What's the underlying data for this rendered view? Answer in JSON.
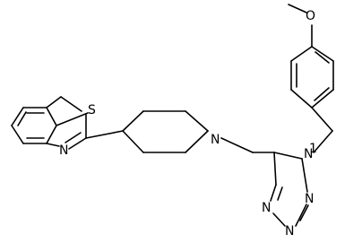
{
  "molecule": {
    "atoms": [
      {
        "id": "a_S",
        "label": "S"
      },
      {
        "id": "a_N_thiazole",
        "label": "N"
      },
      {
        "id": "a_N_piperidine",
        "label": "N"
      },
      {
        "id": "a_N1_tetrazole",
        "label": "N"
      },
      {
        "id": "a_N2_tetrazole",
        "label": "N"
      },
      {
        "id": "a_N3_tetrazole",
        "label": "N"
      },
      {
        "id": "a_N4_tetrazole",
        "label": "N"
      },
      {
        "id": "a_O",
        "label": "O"
      }
    ],
    "tetrazole_n1_locant": "1"
  },
  "colors": {
    "bond": "#000000",
    "text": "#000000",
    "background": "#ffffff"
  }
}
